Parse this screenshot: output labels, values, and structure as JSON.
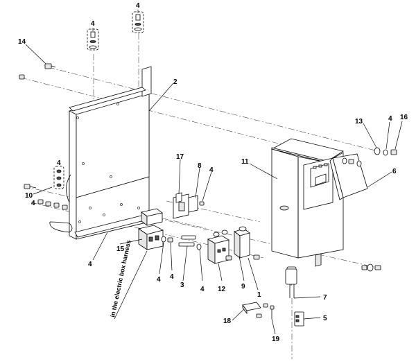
{
  "callouts": [
    {
      "id": "c4a",
      "text": "4"
    },
    {
      "id": "c4b",
      "text": "4"
    },
    {
      "id": "c14",
      "text": "14"
    },
    {
      "id": "c2",
      "text": "2"
    },
    {
      "id": "c13",
      "text": "13"
    },
    {
      "id": "c4c",
      "text": "4"
    },
    {
      "id": "c16",
      "text": "16"
    },
    {
      "id": "c11",
      "text": "11"
    },
    {
      "id": "c6",
      "text": "6"
    },
    {
      "id": "c17",
      "text": "17"
    },
    {
      "id": "c8",
      "text": "8"
    },
    {
      "id": "c4d",
      "text": "4"
    },
    {
      "id": "c4e",
      "text": "4"
    },
    {
      "id": "c10",
      "text": "10"
    },
    {
      "id": "c4f",
      "text": "4"
    },
    {
      "id": "c15",
      "text": "15"
    },
    {
      "id": "c4g",
      "text": "4"
    },
    {
      "id": "c4h",
      "text": "4"
    },
    {
      "id": "c4i",
      "text": "4"
    },
    {
      "id": "c4j",
      "text": "4"
    },
    {
      "id": "c3",
      "text": "3"
    },
    {
      "id": "c12",
      "text": "12"
    },
    {
      "id": "c9",
      "text": "9"
    },
    {
      "id": "c1",
      "text": "1"
    },
    {
      "id": "c7",
      "text": "7"
    },
    {
      "id": "c5",
      "text": "5"
    },
    {
      "id": "c18",
      "text": "18"
    },
    {
      "id": "c19",
      "text": "19"
    }
  ],
  "harness_label": "in the electric box harness"
}
